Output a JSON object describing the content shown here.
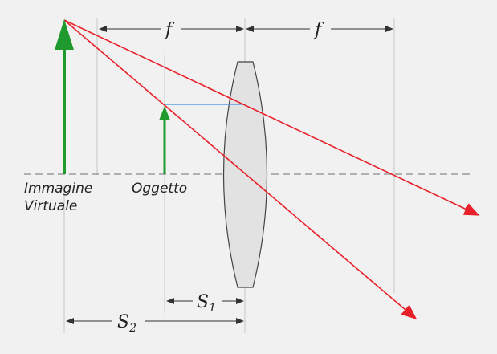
{
  "labels": {
    "focal_left": "f",
    "focal_right": "f",
    "virtual_image_line1": "Immagine",
    "virtual_image_line2": "Virtuale",
    "object": "Oggetto",
    "s1_main": "S",
    "s1_sub": "1",
    "s2_main": "S",
    "s2_sub": "2"
  },
  "colors": {
    "background": "#f1f1f1",
    "ray": "#e8202a",
    "arrow": "#1e9a2e",
    "parallel_ray": "#5a9fe0",
    "axis": "#8a8a8a",
    "guide": "#c8c8c8",
    "lens_fill": "#e2e2e2",
    "lens_stroke": "#444444",
    "dimension": "#333333"
  }
}
